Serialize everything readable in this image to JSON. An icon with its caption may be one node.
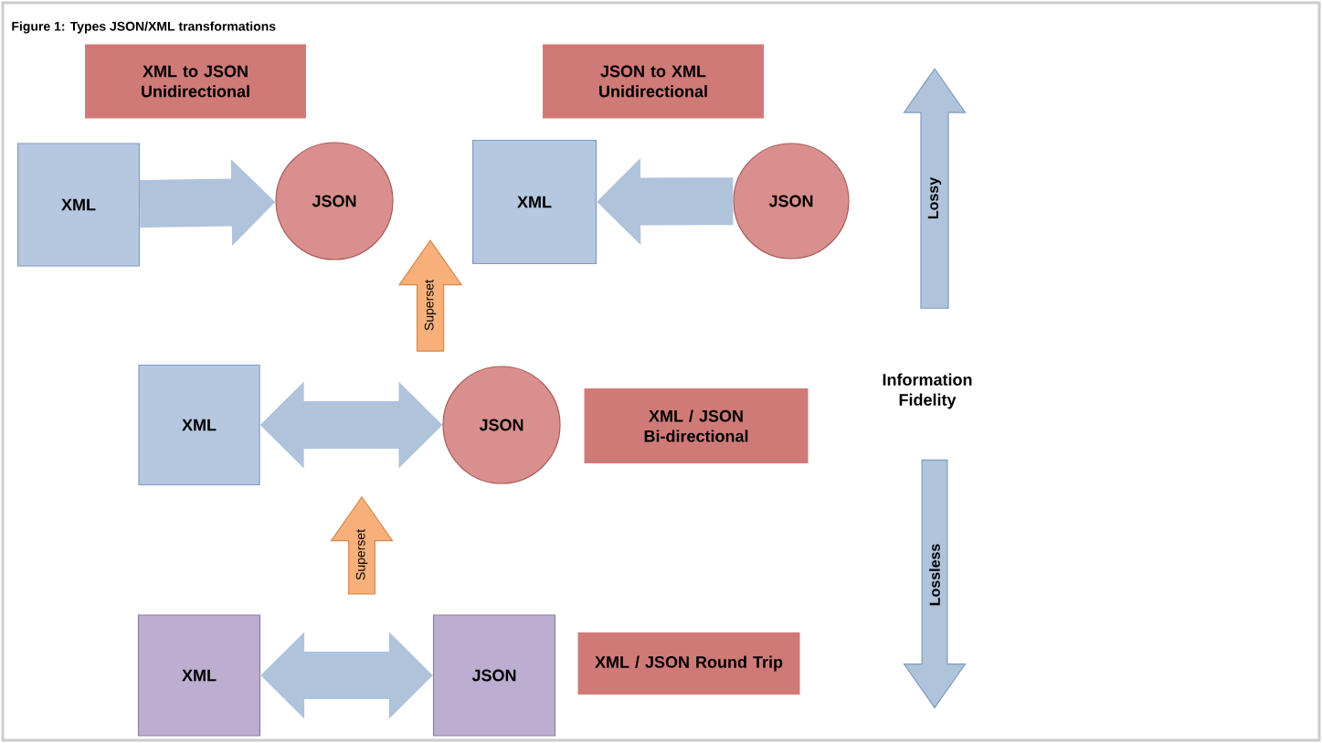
{
  "diagram": {
    "title": "Figure 1: Types JSON/XML transformations",
    "nodes": [
      {
        "text": [
          "XML to JSON Unidirectional"
        ]
      },
      {
        "text": [
          "JSON to XML Unidirectional"
        ]
      },
      {
        "text": [
          "Lossy"
        ]
      },
      {
        "text": [
          "XML"
        ]
      },
      {
        "text": [
          "JSON"
        ]
      },
      {
        "text": [
          "XML"
        ]
      },
      {
        "text": [
          "JSON"
        ]
      },
      {
        "text": [
          "Superset"
        ]
      },
      {
        "text": [
          "XML"
        ]
      },
      {
        "text": [
          "JSON"
        ]
      },
      {
        "text": [
          "XML / JSON Bi-directional"
        ]
      },
      {
        "text": [
          "Lossless"
        ]
      },
      {
        "text": [
          "Superset"
        ]
      },
      {
        "text": [
          "XML"
        ]
      },
      {
        "text": [
          "JSON"
        ]
      },
      {
        "text": [
          "XML / JSON Round Trip"
        ]
      }
    ],
    "edges": [
      {
        "from": 3,
        "to": 4,
        "arrow": "to"
      },
      {
        "from": 6,
        "to": 5,
        "arrow": "to"
      },
      {
        "from": 8,
        "to": 9,
        "arrow": "both"
      },
      {
        "from": 13,
        "to": 14,
        "arrow": "both"
      }
    ],
    "labels": [
      "Information Fidelity"
    ]
  }
}
